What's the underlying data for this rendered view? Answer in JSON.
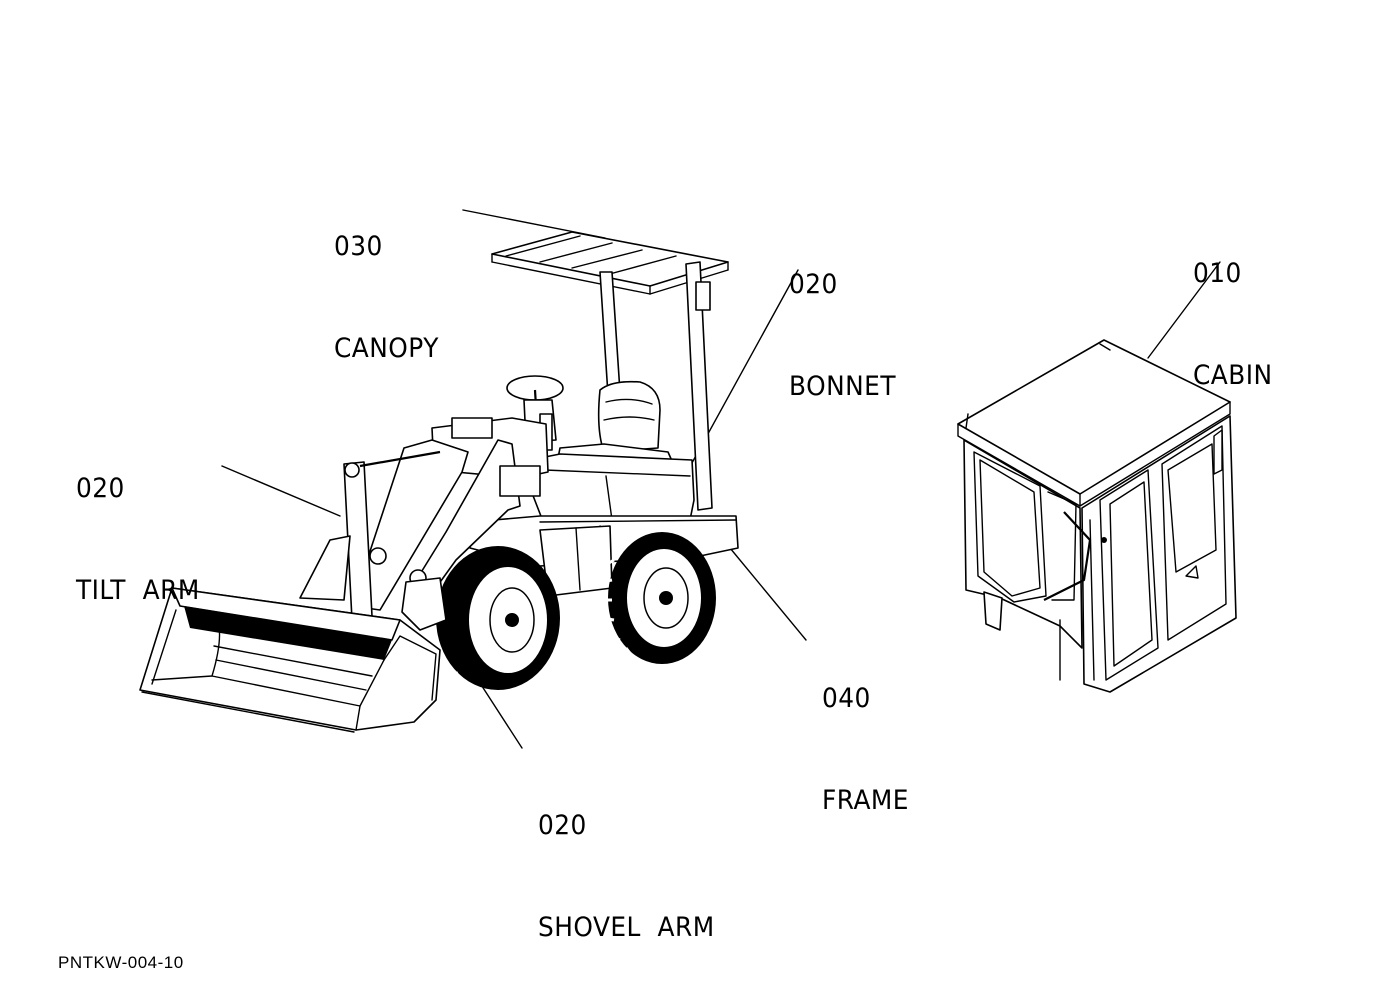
{
  "callouts": {
    "canopy": {
      "num": "030",
      "name": "CANOPY"
    },
    "bonnet": {
      "num": "020",
      "name": "BONNET"
    },
    "cabin": {
      "num": "010",
      "name": "CABIN"
    },
    "tilt_arm": {
      "num": "020",
      "name": "TILT  ARM"
    },
    "frame": {
      "num": "040",
      "name": "FRAME"
    },
    "shovel_arm": {
      "num": "020",
      "name": "SHOVEL  ARM"
    }
  },
  "page_code": "PNTKW-004-10"
}
